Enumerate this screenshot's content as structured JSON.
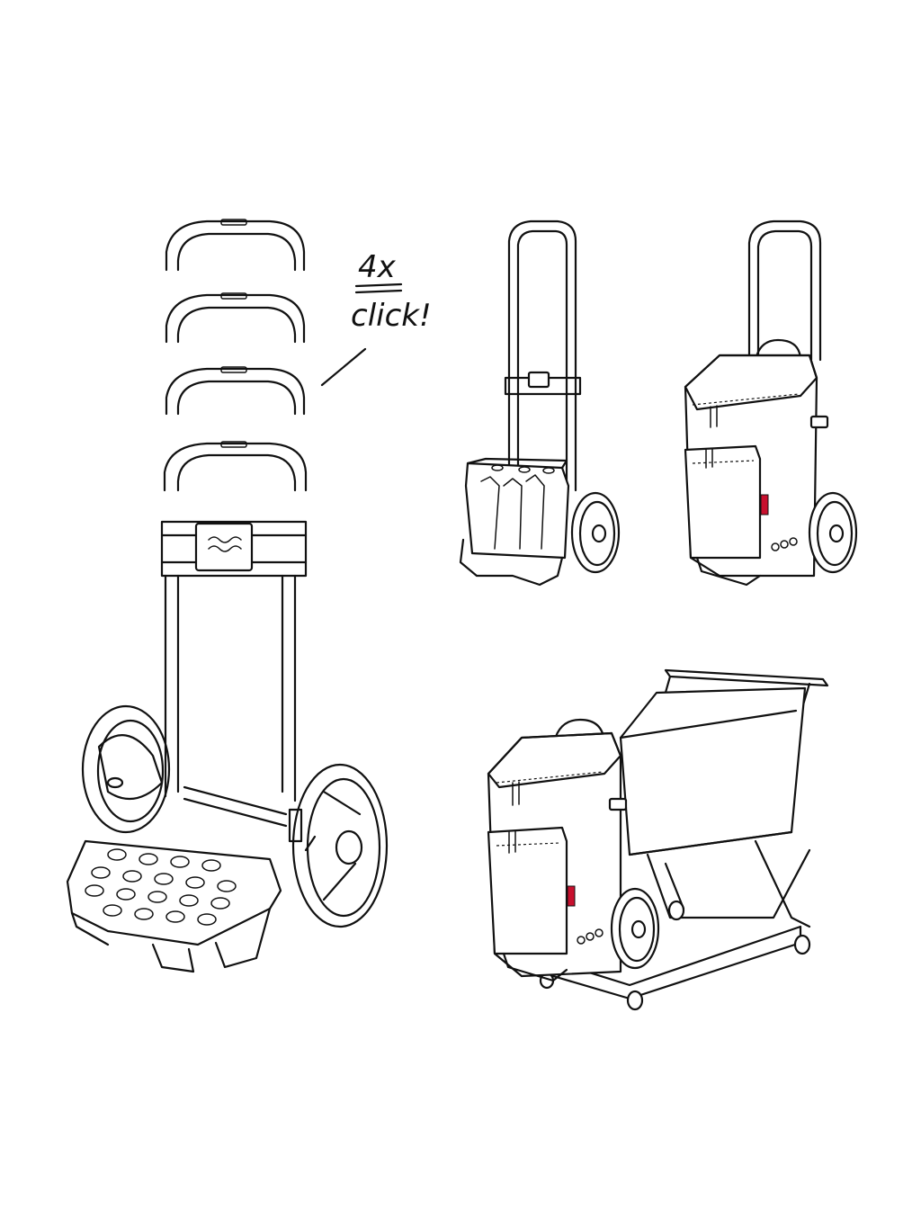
{
  "annotation": {
    "count": "4x",
    "action": "click!"
  },
  "colors": {
    "line": "#111111",
    "background": "#ffffff",
    "accent_tag": "#c8102e"
  },
  "illustrations": [
    {
      "name": "trolley-frame-extended",
      "view": "large"
    },
    {
      "name": "trolley-with-bottle-crate",
      "view": "small"
    },
    {
      "name": "trolley-with-shopping-bag",
      "view": "small"
    },
    {
      "name": "trolley-attached-to-shopping-cart",
      "view": "medium"
    }
  ]
}
